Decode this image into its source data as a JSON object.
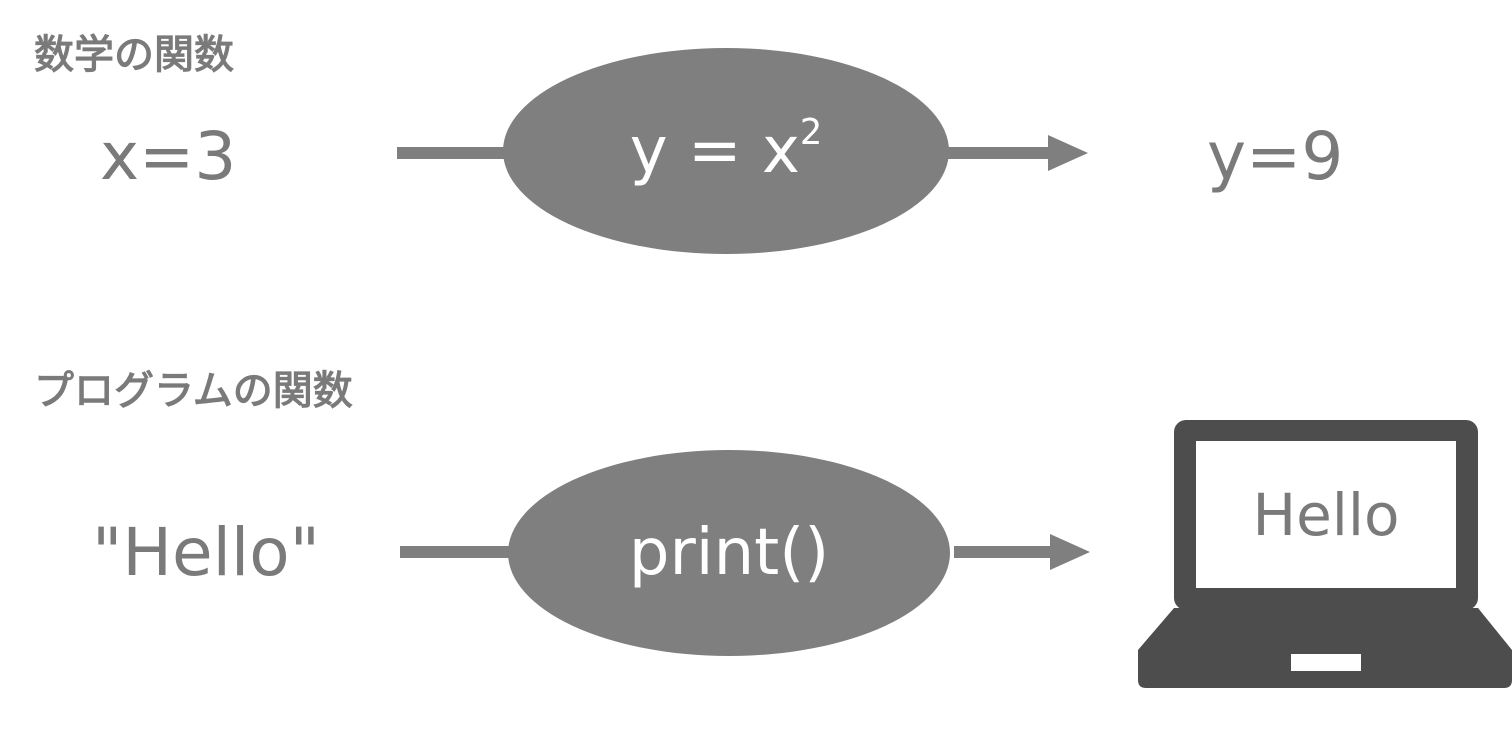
{
  "sections": {
    "math": {
      "title": "数学の関数",
      "input": "x=3",
      "function_base": "y = x",
      "function_exponent": "2",
      "output": "y=9"
    },
    "program": {
      "title": "プログラムの関数",
      "input": "\"Hello\"",
      "function": "print()",
      "screen_text": "Hello"
    }
  },
  "colors": {
    "shape_fill": "#7f7f7f",
    "text_gray": "#7a7a7a",
    "laptop_body": "#4d4d4d",
    "white": "#ffffff"
  },
  "icons": {
    "arrow": "right-arrow-icon",
    "laptop": "laptop-icon"
  }
}
